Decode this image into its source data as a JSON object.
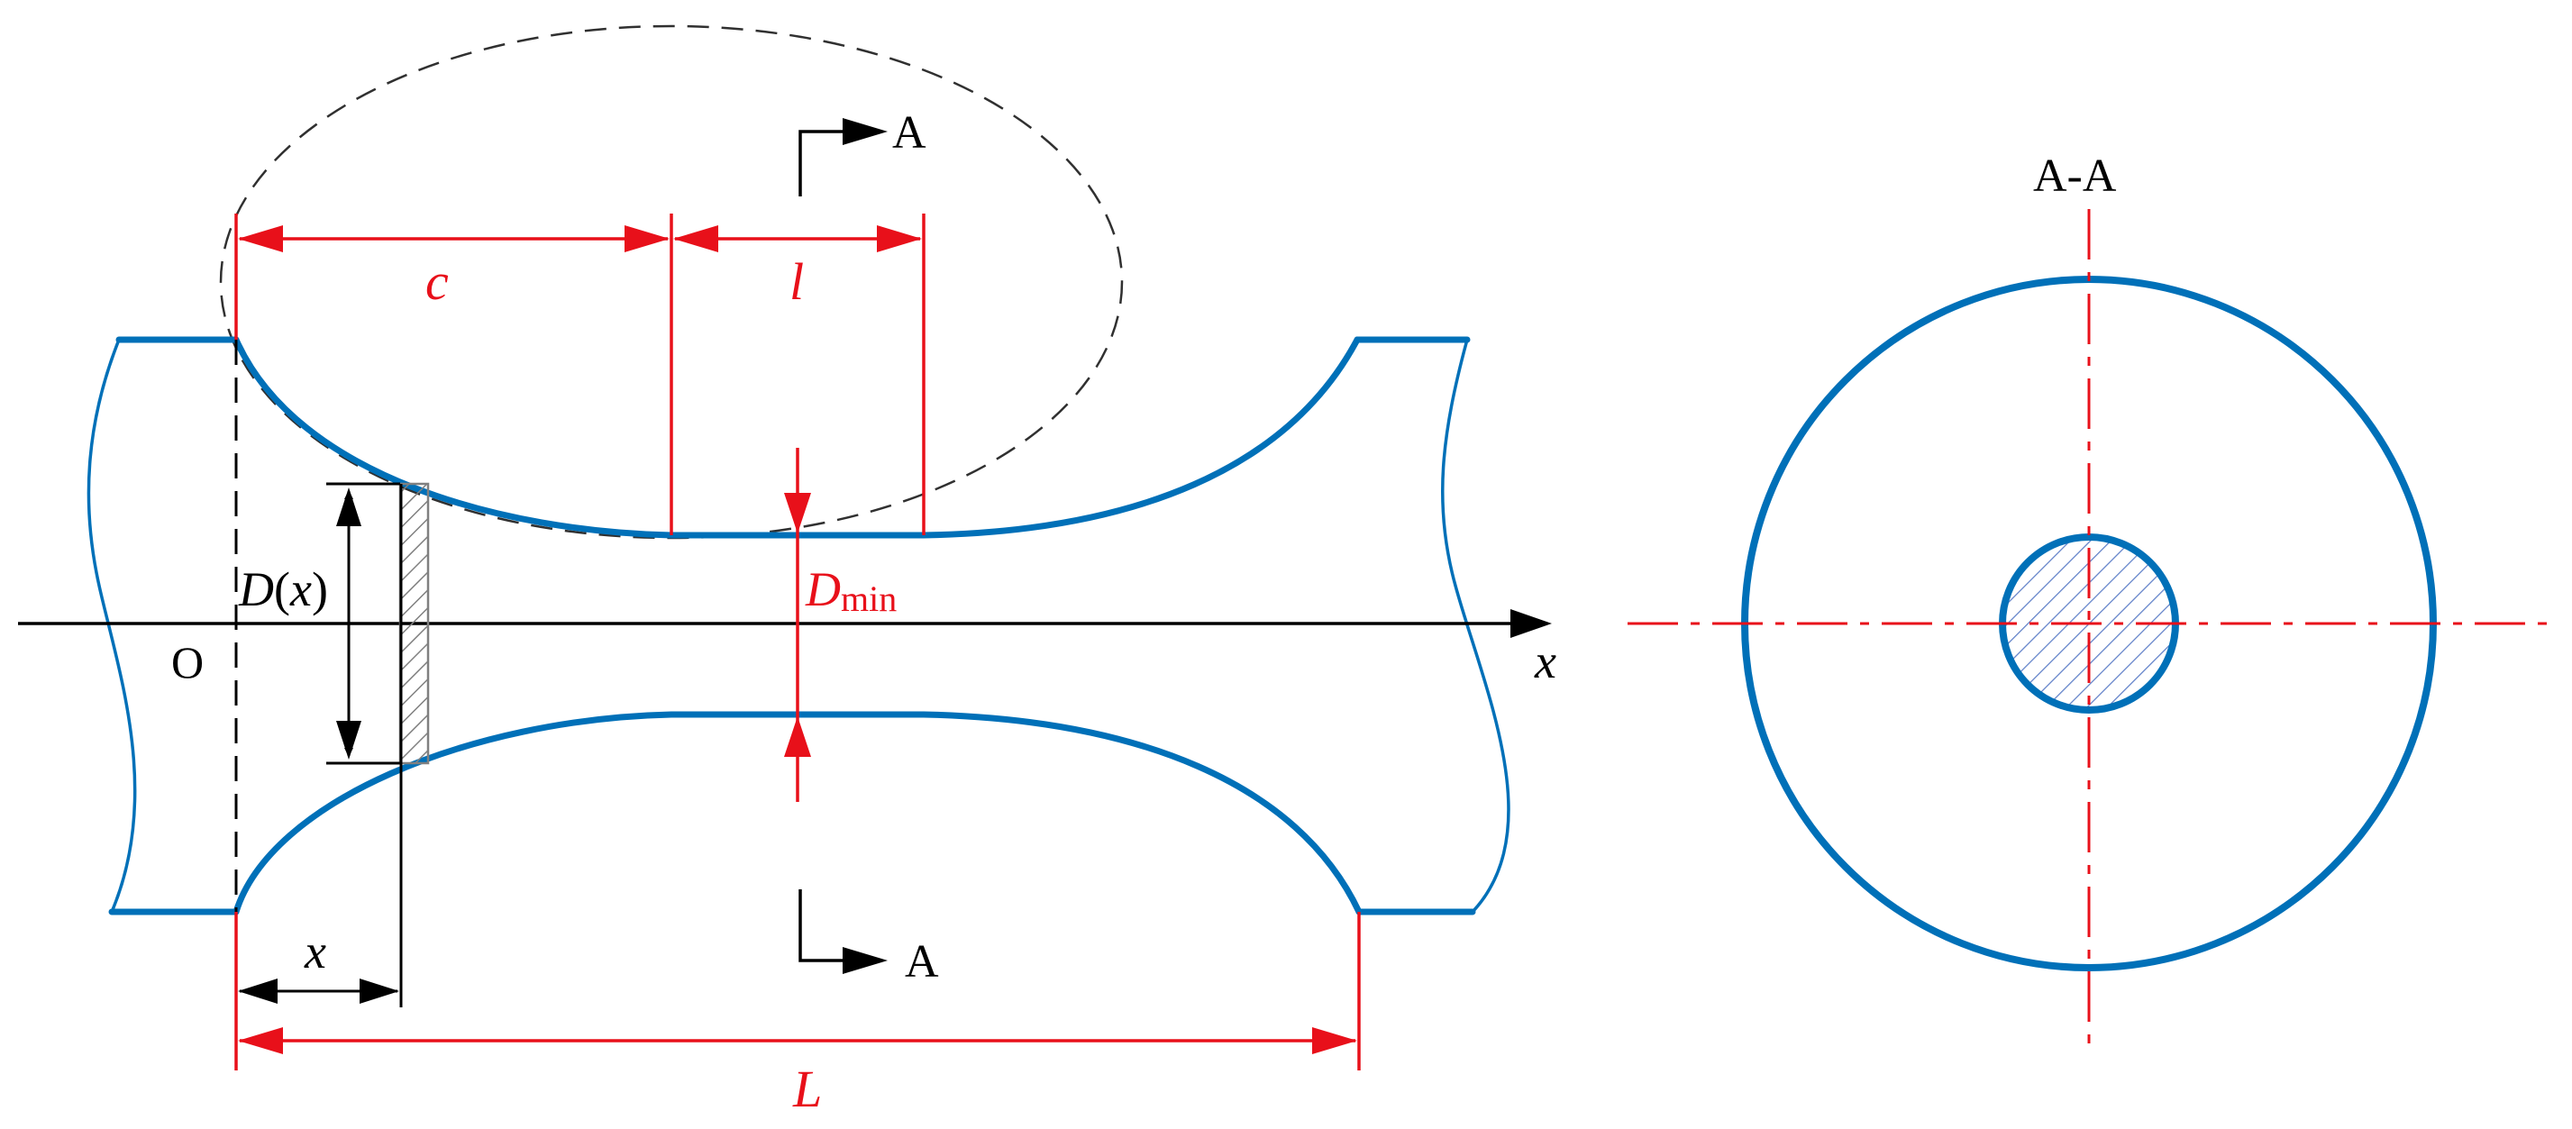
{
  "colors": {
    "outline": "#0070b8",
    "dimension": "#e8101a",
    "ink": "#000000",
    "hatch_section": "#6080c8",
    "hatch_slice": "#808080",
    "dashed_ellipse": "#303030"
  },
  "labels": {
    "origin": "O",
    "x_axis": "x",
    "diameter_func": {
      "D": "D",
      "open": "(",
      "x": "x",
      "close": ")"
    },
    "d_min": {
      "D": "D",
      "sub": "min"
    },
    "c": "c",
    "l": "l",
    "L": "L",
    "x_dim": "x",
    "section_top": "A",
    "section_bottom": "A",
    "section_view": "A-A"
  }
}
